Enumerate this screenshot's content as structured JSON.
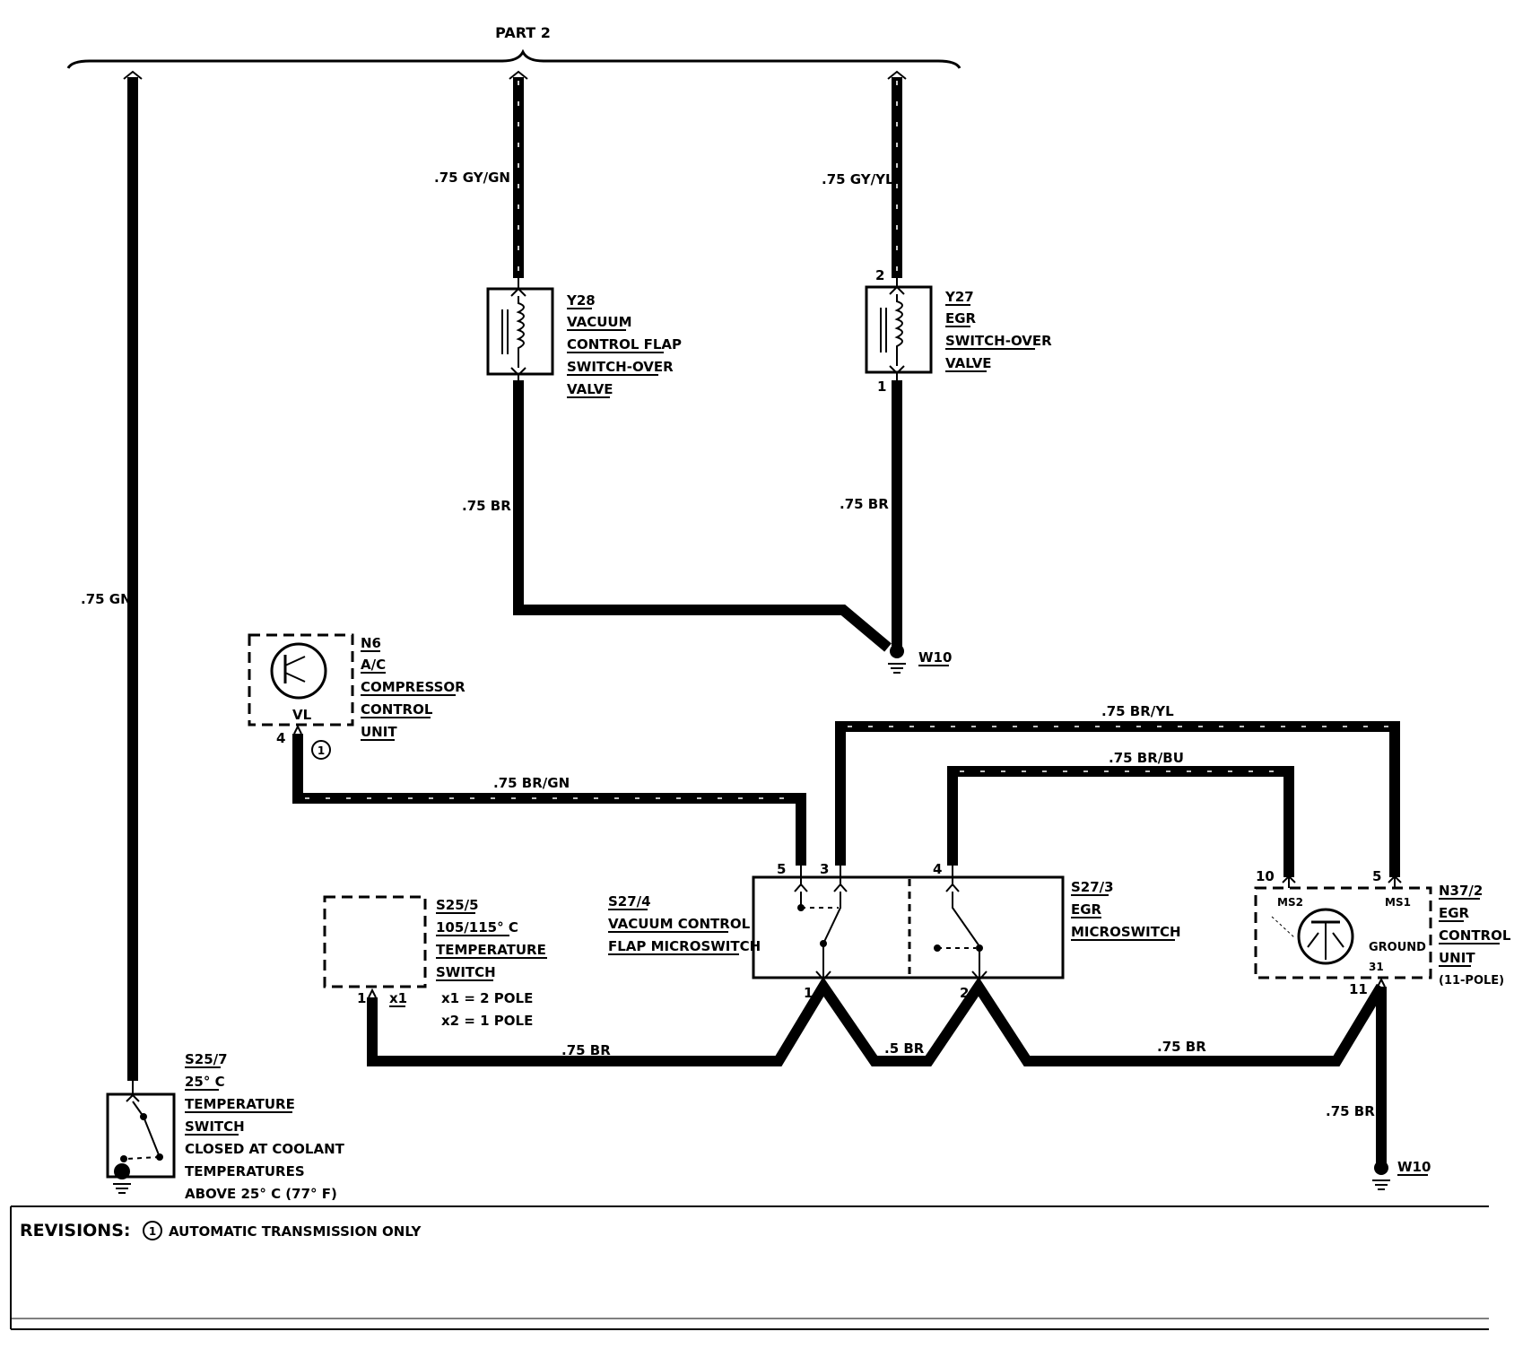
{
  "header": {
    "title": "PART 2"
  },
  "wires": {
    "gn": ".75 GN",
    "gy_gn": ".75 GY/GN",
    "gy_yl": ".75 GY/YL",
    "br_y28": ".75 BR",
    "br_y27": ".75 BR",
    "br_gn": ".75 BR/GN",
    "br_yl": ".75 BR/YL",
    "br_bu": ".75 BR/BU",
    "br_s25": ".75 BR",
    "br_mid": ".5 BR",
    "br_right": ".75 BR",
    "br_n37": ".75 BR"
  },
  "grounds": {
    "w10_top": "W10",
    "w10_bottom": "W10"
  },
  "components": {
    "y28": {
      "lines": [
        "Y28",
        "VACUUM",
        "CONTROL FLAP",
        "SWITCH-OVER",
        "VALVE"
      ]
    },
    "y27": {
      "lines": [
        "Y27",
        "EGR",
        "SWITCH-OVER",
        "VALVE"
      ],
      "pin_top": "2",
      "pin_bottom": "1"
    },
    "n6": {
      "lines": [
        "N6",
        "A/C",
        "COMPRESSOR",
        "CONTROL",
        "UNIT"
      ],
      "inner": "VL",
      "pin": "4",
      "note_mark": "1"
    },
    "s25_5": {
      "lines": [
        "S25/5",
        "105/115° C",
        "TEMPERATURE",
        "SWITCH"
      ],
      "notes": [
        "x1 = 2 POLE",
        "x2 = 1 POLE"
      ],
      "pin": "1",
      "pin_label": "x1"
    },
    "s27_4": {
      "lines": [
        "S27/4",
        "VACUUM CONTROL",
        "FLAP MICROSWITCH"
      ],
      "pins": [
        "5",
        "3",
        "1"
      ]
    },
    "s27_3": {
      "lines": [
        "S27/3",
        "EGR",
        "MICROSWITCH"
      ],
      "pins": [
        "4",
        "2"
      ]
    },
    "n37_2": {
      "lines": [
        "N37/2",
        "EGR",
        "CONTROL",
        "UNIT"
      ],
      "note": "(11-POLE)",
      "inner": [
        "MS2",
        "MS1",
        "GROUND",
        "31"
      ],
      "pins": [
        "10",
        "5",
        "11"
      ]
    },
    "s25_7": {
      "lines": [
        "S25/7",
        "25° C",
        "TEMPERATURE",
        "SWITCH"
      ],
      "notes": [
        "CLOSED AT COOLANT",
        "TEMPERATURES",
        "ABOVE 25° C (77° F)"
      ]
    }
  },
  "revisions": {
    "label": "REVISIONS:",
    "mark": "1",
    "note": "AUTOMATIC TRANSMISSION ONLY"
  }
}
